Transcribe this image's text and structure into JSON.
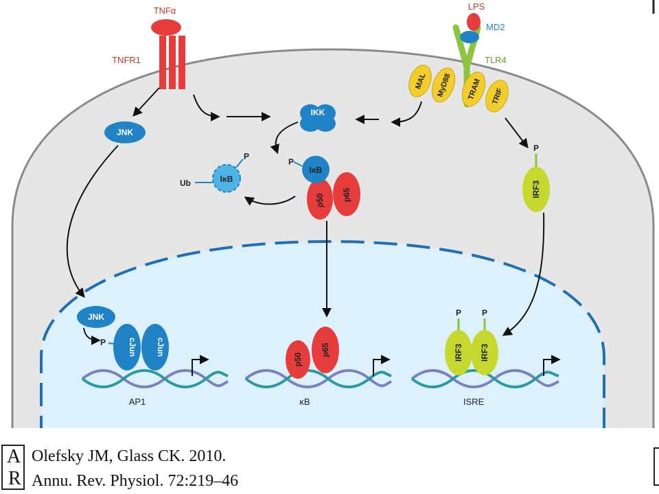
{
  "labels": {
    "tnfa": "TNFα",
    "tnfr1": "TNFR1",
    "lps": "LPS",
    "md2": "MD2",
    "tlr4": "TLR4",
    "mal": "MAL",
    "myd88": "MyD88",
    "tram": "TRAM",
    "trif": "TRIF",
    "jnk": "JNK",
    "ikk": "IKK",
    "ikb": "IκB",
    "p": "P",
    "ub": "Ub",
    "p50": "p50",
    "p65": "p65",
    "irf3": "IRF3",
    "cjun": "cJun",
    "ap1": "AP1",
    "kb": "κB",
    "isre": "ISRE"
  },
  "citation": {
    "logo_top": "A",
    "logo_bottom": "R",
    "line1": "Olefsky JM, Glass CK. 2010.",
    "line2": "Annu. Rev. Physiol. 72:219–46"
  },
  "colors": {
    "cytoplasm": "#e6e6e6",
    "nucleus": "#dcf1fb",
    "blue_protein": "#1f83c6",
    "red_protein": "#e63c3c",
    "yellow_adaptor": "#f3cd2a",
    "green_irf3": "#c6d82e",
    "tlr4_green": "#8bc53f"
  }
}
